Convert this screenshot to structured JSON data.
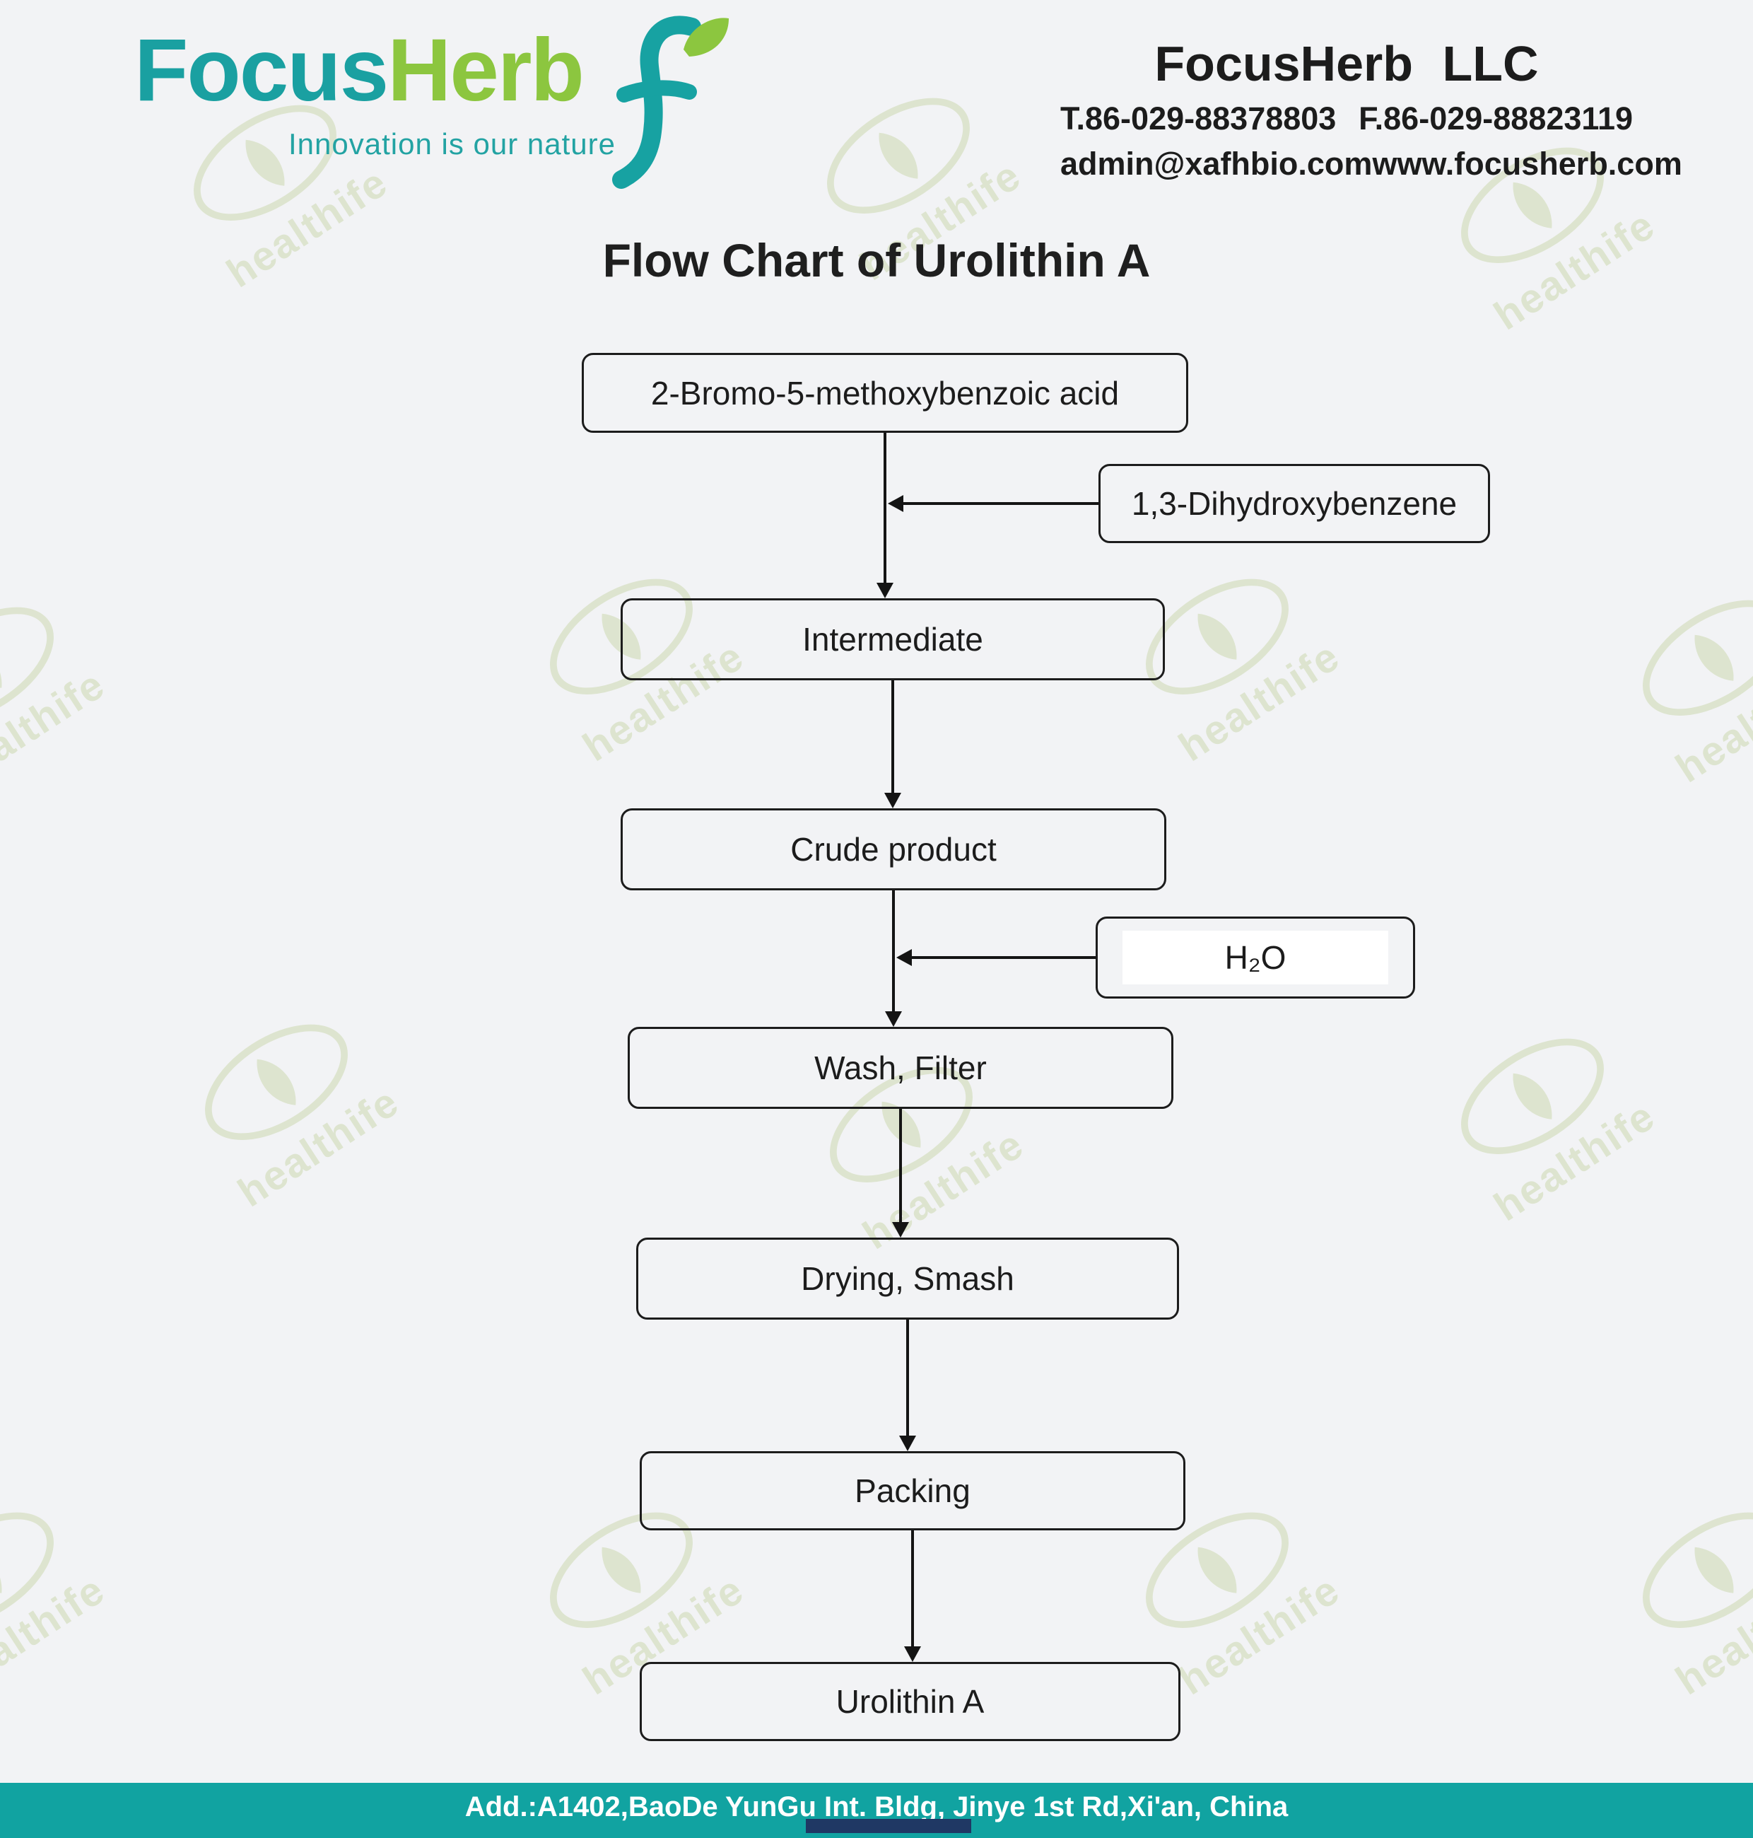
{
  "header": {
    "brand": {
      "focus": "Focus",
      "herb": "Herb",
      "tagline": "Innovation is our nature"
    },
    "company": "FocusHerb LLC",
    "contacts": {
      "tel": "T.86-029-88378803",
      "fax": "F.86-029-88823119",
      "email": "admin@xafhbio.com",
      "website": "www.focusherb.com"
    }
  },
  "title": "Flow Chart of Urolithin A",
  "flowchart": {
    "main_steps": [
      "2-Bromo-5-methoxybenzoic acid",
      "Intermediate",
      "Crude product",
      "Wash, Filter",
      "Drying, Smash",
      "Packing",
      "Urolithin A"
    ],
    "side_inputs": [
      {
        "label": "1,3-Dihydroxybenzene",
        "into": "Intermediate"
      },
      {
        "label": "H₂O",
        "into": "Wash, Filter"
      }
    ]
  },
  "watermark": {
    "text": "healthife"
  },
  "footer": {
    "address": "Add.:A1402,BaoDe YunGu Int. Bldg, Jinye 1st Rd,Xi'an, China"
  },
  "colors": {
    "teal": "#1aa0a1",
    "green": "#8cc63f",
    "ink": "#1c1c1c",
    "footer_teal": "#11a3a1",
    "background": "#f2f3f5",
    "watermark": "#bccd92",
    "accent_navy": "#1f3864"
  }
}
